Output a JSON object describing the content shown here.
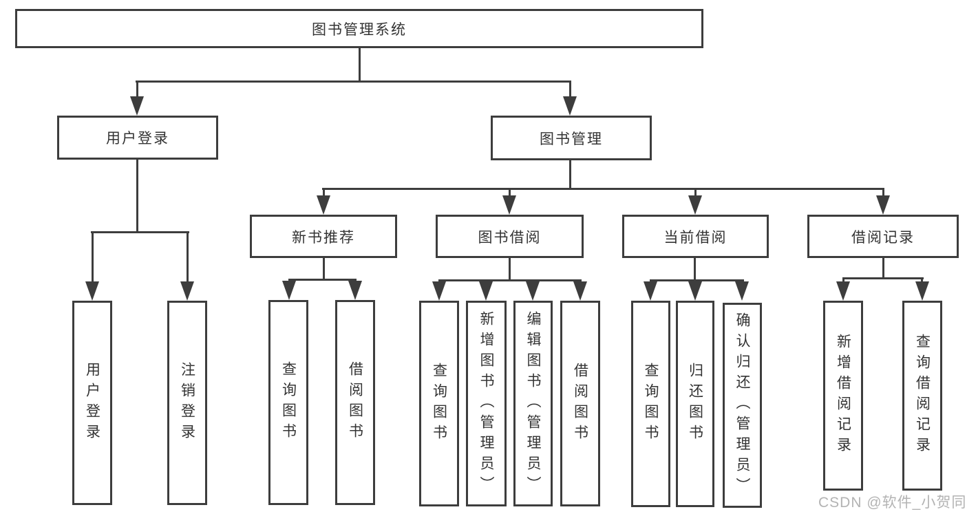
{
  "tree": {
    "root": {
      "label": "图书管理系统"
    },
    "level2": [
      {
        "label": "用户登录",
        "children": [
          {
            "label": "用户登录"
          },
          {
            "label": "注销登录"
          }
        ]
      },
      {
        "label": "图书管理",
        "children": [
          {
            "label": "新书推荐",
            "children": [
              {
                "label": "查询图书"
              },
              {
                "label": "借阅图书"
              }
            ]
          },
          {
            "label": "图书借阅",
            "children": [
              {
                "label": "查询图书"
              },
              {
                "label": "新增图书（管理员）"
              },
              {
                "label": "编辑图书（管理员）"
              },
              {
                "label": "借阅图书"
              }
            ]
          },
          {
            "label": "当前借阅",
            "children": [
              {
                "label": "查询图书"
              },
              {
                "label": "归还图书"
              },
              {
                "label": "确认归还（管理员）"
              }
            ]
          },
          {
            "label": "借阅记录",
            "children": [
              {
                "label": "新增借阅记录"
              },
              {
                "label": "查询借阅记录"
              }
            ]
          }
        ]
      }
    ]
  },
  "watermark": "CSDN @软件_小贺同学",
  "colors": {
    "line": "#3d3d3d",
    "text": "#333333",
    "background": "#ffffff",
    "watermark": "#b3b3b3"
  }
}
